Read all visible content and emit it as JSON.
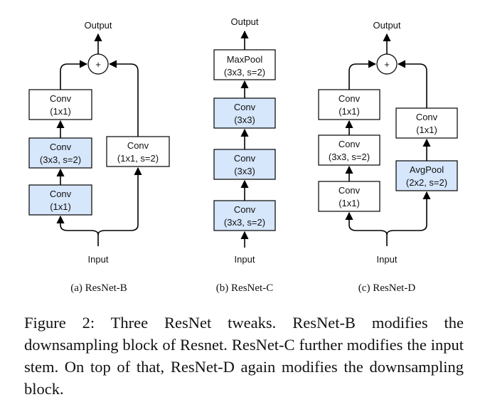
{
  "panels": [
    {
      "output": "Output",
      "input": "Input",
      "subcaption": "(a) ResNet-B",
      "left_path": [
        {
          "l1": "Conv",
          "l2": "(1x1)"
        },
        {
          "l1": "Conv",
          "l2": "(3x3, s=2)"
        },
        {
          "l1": "Conv",
          "l2": "(1x1)"
        }
      ],
      "right_path": [
        {
          "l1": "Conv",
          "l2": "(1x1, s=2)"
        }
      ]
    },
    {
      "output": "Output",
      "input": "Input",
      "subcaption": "(b) ResNet-C",
      "stack": [
        {
          "l1": "MaxPool",
          "l2": "(3x3, s=2)"
        },
        {
          "l1": "Conv",
          "l2": "(3x3)"
        },
        {
          "l1": "Conv",
          "l2": "(3x3)"
        },
        {
          "l1": "Conv",
          "l2": "(3x3, s=2)"
        }
      ]
    },
    {
      "output": "Output",
      "input": "Input",
      "subcaption": "(c) ResNet-D",
      "left_path": [
        {
          "l1": "Conv",
          "l2": "(1x1)"
        },
        {
          "l1": "Conv",
          "l2": "(3x3, s=2)"
        },
        {
          "l1": "Conv",
          "l2": "(1x1)"
        }
      ],
      "right_path": [
        {
          "l1": "Conv",
          "l2": "(1x1)"
        },
        {
          "l1": "AvgPool",
          "l2": "(2x2, s=2)"
        }
      ]
    }
  ],
  "adder_symbol": "+",
  "caption": "Figure 2: Three ResNet tweaks. ResNet-B modifies the downsampling block of Resnet. ResNet-C further modifies the input stem. On top of that, ResNet-D again modifies the downsampling block.",
  "colors": {
    "highlight_fill": "#d6e6fb",
    "plain_fill": "#ffffff",
    "stroke": "#000000"
  }
}
